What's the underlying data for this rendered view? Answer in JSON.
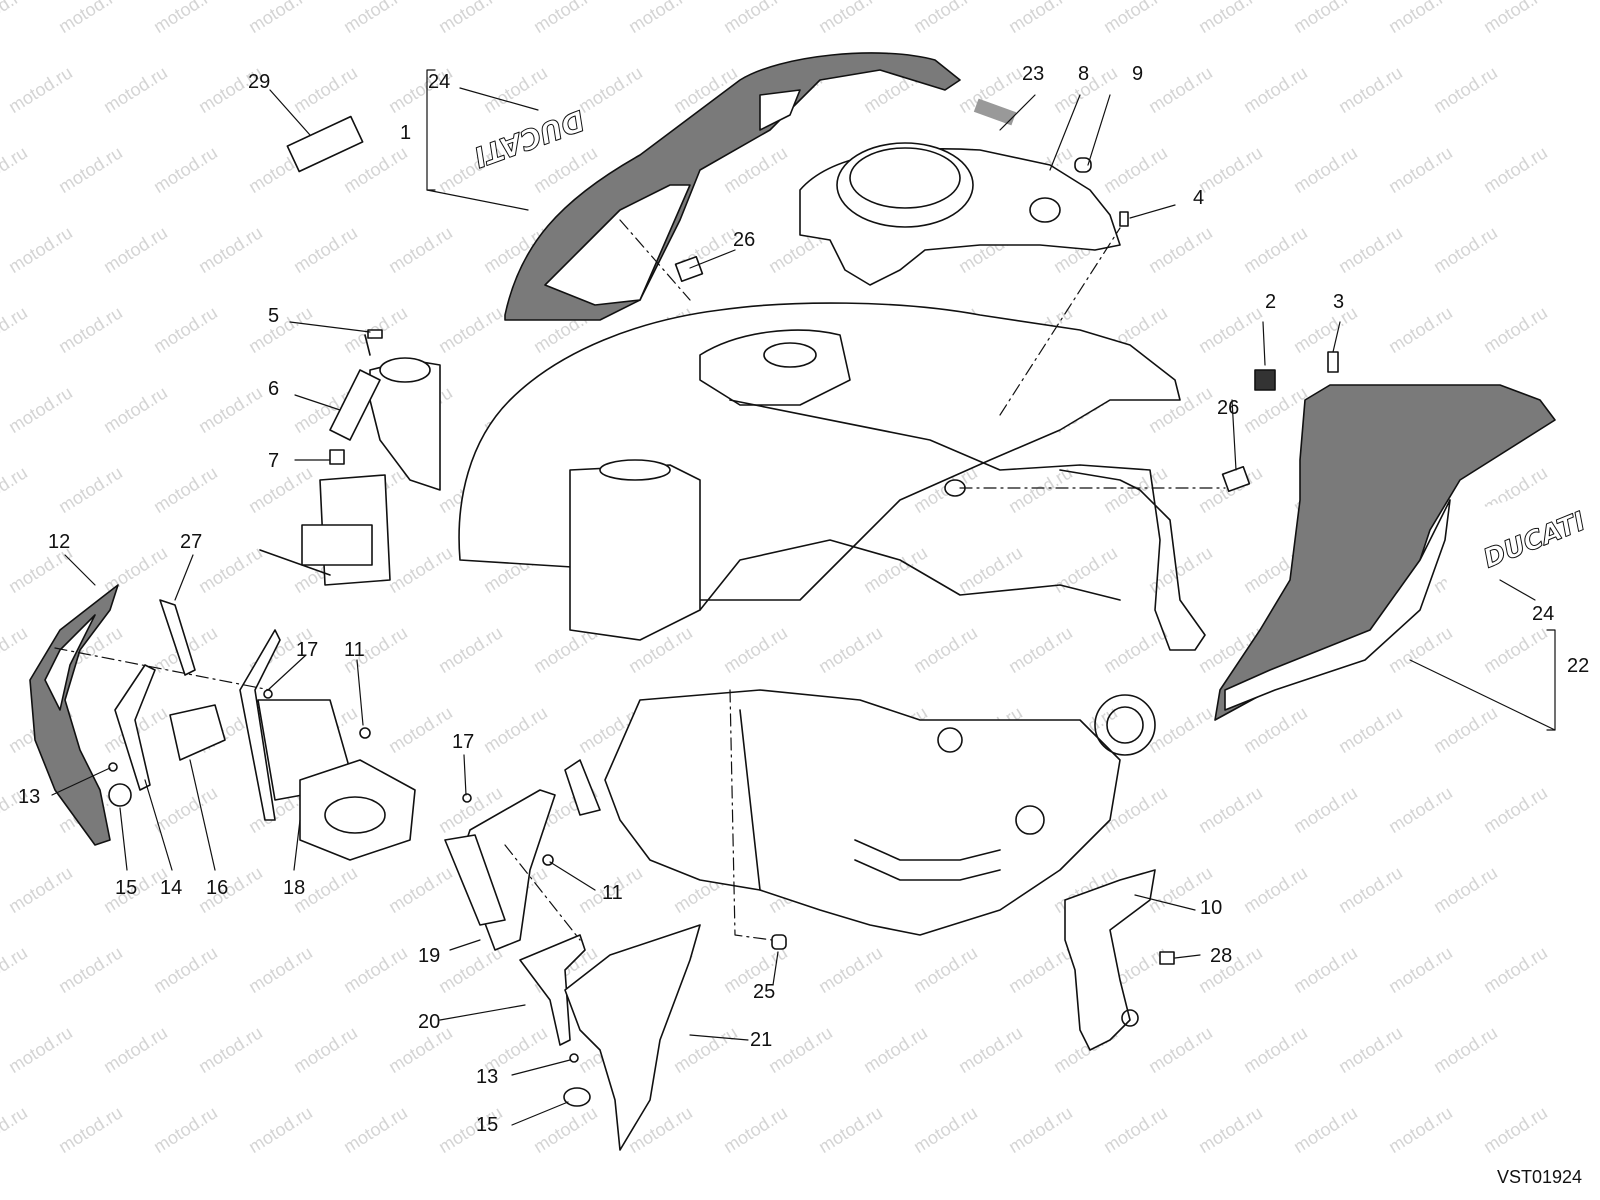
{
  "diagram": {
    "drawing_code": "VST01924",
    "watermark": "motod.ru",
    "brand_decal": "DUCATI",
    "accent_fill": "#7a7a7a",
    "line_color": "#111111",
    "callouts": [
      "1",
      "2",
      "3",
      "4",
      "5",
      "6",
      "7",
      "8",
      "9",
      "10",
      "11",
      "11",
      "12",
      "13",
      "13",
      "14",
      "15",
      "15",
      "16",
      "17",
      "17",
      "18",
      "19",
      "20",
      "21",
      "22",
      "23",
      "24",
      "24",
      "25",
      "26",
      "26",
      "27",
      "28",
      "29"
    ]
  }
}
